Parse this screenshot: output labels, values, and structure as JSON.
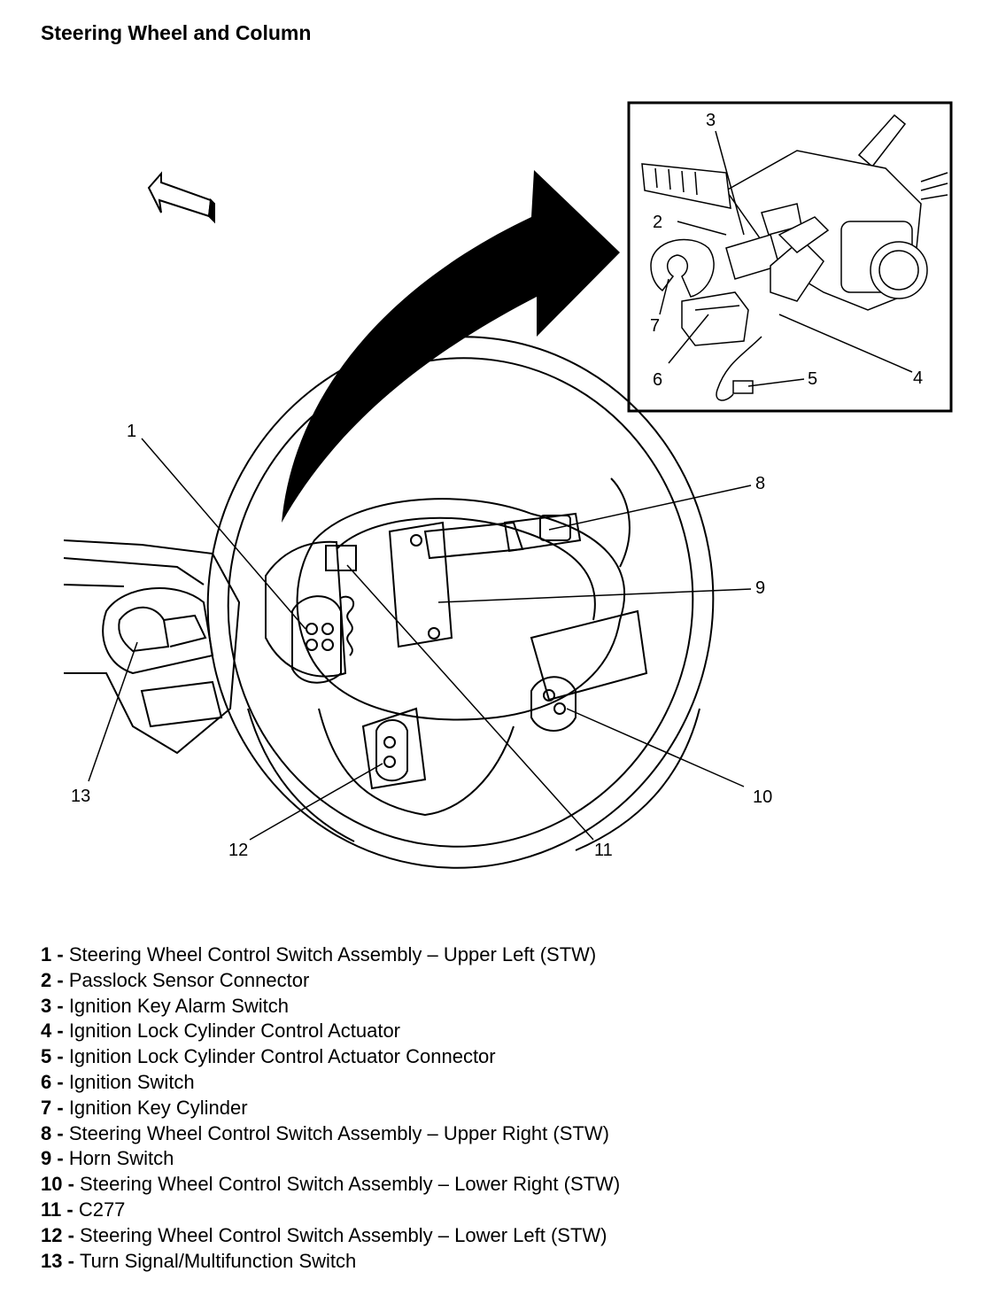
{
  "title": "Steering Wheel and Column",
  "callouts": [
    "1",
    "2",
    "3",
    "4",
    "5",
    "6",
    "7",
    "8",
    "9",
    "10",
    "11",
    "12",
    "13"
  ],
  "legend": [
    {
      "num": "1",
      "sep": " - ",
      "text": "Steering Wheel Control Switch Assembly – Upper Left (STW)"
    },
    {
      "num": "2",
      "sep": " - ",
      "text": "Passlock Sensor Connector"
    },
    {
      "num": "3",
      "sep": " - ",
      "text": "Ignition Key Alarm Switch"
    },
    {
      "num": "4",
      "sep": " - ",
      "text": "Ignition Lock Cylinder Control Actuator"
    },
    {
      "num": "5",
      "sep": " - ",
      "text": "Ignition Lock Cylinder Control Actuator Connector"
    },
    {
      "num": "6",
      "sep": " - ",
      "text": "Ignition Switch"
    },
    {
      "num": "7",
      "sep": " - ",
      "text": "Ignition Key Cylinder"
    },
    {
      "num": "8",
      "sep": " - ",
      "text": "Steering Wheel Control Switch Assembly – Upper Right (STW)"
    },
    {
      "num": "9",
      "sep": " - ",
      "text": "Horn Switch"
    },
    {
      "num": "10",
      "sep": " - ",
      "text": "Steering Wheel Control Switch Assembly – Lower Right (STW)"
    },
    {
      "num": "11",
      "sep": " - ",
      "text": "C277"
    },
    {
      "num": "12",
      "sep": " - ",
      "text": "Steering Wheel Control Switch Assembly – Lower Left (STW)"
    },
    {
      "num": "13",
      "sep": " - ",
      "text": "Turn Signal/Multifunction Switch"
    }
  ]
}
